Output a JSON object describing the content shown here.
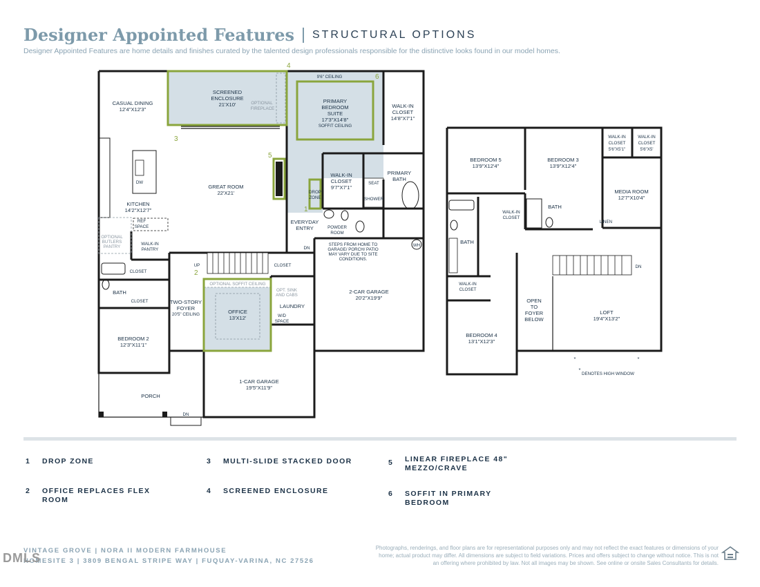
{
  "header": {
    "title": "Designer Appointed Features",
    "subtitle": "STRUCTURAL OPTIONS",
    "description": "Designer Appointed Features are home details and finishes curated by the talented design professionals responsible for the distinctive looks found in our model homes."
  },
  "first_floor": {
    "casual_dining": {
      "name": "CASUAL DINING",
      "size": "12'4\"X12'3\""
    },
    "screened_enclosure": {
      "name1": "SCREENED",
      "name2": "ENCLOSURE",
      "size": "21'X10'"
    },
    "optional_fireplace": {
      "line1": "OPTIONAL",
      "line2": "FIREPLACE"
    },
    "ceiling_note": "9'6\" CEILING",
    "primary_bedroom": {
      "line1": "PRIMARY",
      "line2": "BEDROOM",
      "line3": "SUITE",
      "size": "17'3\"X14'8\"",
      "note": "SOFFIT CEILING"
    },
    "walkin_closet_primary": {
      "line1": "WALK-IN",
      "line2": "CLOSET",
      "size": "14'8\"X7'1\""
    },
    "walkin_closet_2": {
      "line1": "WALK-IN",
      "line2": "CLOSET",
      "size": "9'7\"X7'1\""
    },
    "primary_bath": {
      "line1": "PRIMARY",
      "line2": "BATH"
    },
    "seat": "SEAT",
    "shower": "SHOWER",
    "drop_zone": {
      "line1": "DROP",
      "line2": "ZONE"
    },
    "great_room": {
      "name": "GREAT ROOM",
      "size": "22'X21'"
    },
    "kitchen": {
      "name": "KITCHEN",
      "size": "14'2\"X12'7\""
    },
    "dw": "DW",
    "ref_space": {
      "line1": "REF",
      "line2": "SPACE"
    },
    "butlers_pantry": {
      "line1": "OPTIONAL",
      "line2": "BUTLERS",
      "line3": "PANTRY"
    },
    "walkin_pantry": {
      "line1": "WALK-IN",
      "line2": "PANTRY"
    },
    "everyday_entry": {
      "line1": "EVERYDAY",
      "line2": "ENTRY"
    },
    "powder_room": {
      "line1": "POWDER",
      "line2": "ROOM"
    },
    "dn": "DN",
    "up": "UP",
    "steps_note": [
      "STEPS FROM HOME TO",
      "GARAGE/ PORCH/ PATIO",
      "MAY VARY DUE TO SITE",
      "CONDITIONS."
    ],
    "wh": "WH",
    "closet": "CLOSET",
    "bath": "BATH",
    "optional_soffit": "OPTIONAL SOFFIT CEILING",
    "foyer": {
      "line1": "TWO-STORY",
      "line2": "FOYER",
      "note": "20'5\" CEILING"
    },
    "office": {
      "name": "OFFICE",
      "size": "13'X12'"
    },
    "opt_sink": {
      "line1": "OPT. SINK",
      "line2": "AND CABS"
    },
    "laundry": "LAUNDRY",
    "wd_space": {
      "line1": "W/D",
      "line2": "SPACE"
    },
    "garage2": {
      "name": "2-CAR GARAGE",
      "size": "20'2\"X19'9\""
    },
    "bedroom2": {
      "name": "BEDROOM 2",
      "size": "12'3\"X11'1\""
    },
    "garage1": {
      "name": "1-CAR GARAGE",
      "size": "19'5\"X11'9\""
    },
    "porch": "PORCH"
  },
  "second_floor": {
    "bedroom5": {
      "name": "BEDROOM 5",
      "size": "13'9\"X12'4\""
    },
    "bedroom3": {
      "name": "BEDROOM 3",
      "size": "13'9\"X12'4\""
    },
    "wic1": {
      "line1": "WALK-IN",
      "line2": "CLOSET",
      "size": "5'6\"X5'1\""
    },
    "wic2": {
      "line1": "WALK-IN",
      "line2": "CLOSET",
      "size": "5'6\"X5'"
    },
    "media_room": {
      "name": "MEDIA ROOM",
      "size": "12'7\"X10'4\""
    },
    "wic_small": {
      "line1": "WALK-IN",
      "line2": "CLOSET"
    },
    "bath": "BATH",
    "linen": "LINEN",
    "dn": "DN",
    "wic_b4": {
      "line1": "WALK-IN",
      "line2": "CLOSET"
    },
    "open_foyer": {
      "line1": "OPEN",
      "line2": "TO",
      "line3": "FOYER",
      "line4": "BELOW"
    },
    "loft": {
      "name": "LOFT",
      "size": "19'4\"X13'2\""
    },
    "bedroom4": {
      "name": "BEDROOM 4",
      "size": "13'1\"X12'3\""
    },
    "high_window_note": "DENOTES HIGH WINDOW"
  },
  "markers": [
    "1",
    "2",
    "3",
    "4",
    "5",
    "6"
  ],
  "legend": [
    {
      "num": "1",
      "text": "DROP ZONE"
    },
    {
      "num": "2",
      "text": "OFFICE REPLACES FLEX ROOM"
    },
    {
      "num": "3",
      "text": "MULTI-SLIDE STACKED DOOR"
    },
    {
      "num": "4",
      "text": "SCREENED ENCLOSURE"
    },
    {
      "num": "5",
      "text": "LINEAR FIREPLACE 48\" MEZZO/CRAVE"
    },
    {
      "num": "6",
      "text": "SOFFIT IN PRIMARY BEDROOM"
    }
  ],
  "footer": {
    "line1": "VINTAGE GROVE | NORA II MODERN FARMHOUSE",
    "line2": "HOMESITE 3 | 3809 BENGAL STRIPE WAY | FUQUAY-VARINA, NC 27526",
    "disclaimer": "Photographs, renderings, and floor plans are for representational purposes only and may not reflect the exact features or dimensions of your home; actual product may differ. All dimensions are subject to field variations. Prices and offers subject to change without notice. This is not an offering where prohibited by law. Not all images may be shown. See online or onsite Sales Consultants for details.",
    "watermark": "DMLS"
  },
  "colors": {
    "accent_green": "#8aa53c",
    "option_fill": "#d4dfe6",
    "wall": "#1b1b1b",
    "title_blue": "#7d9aaa"
  }
}
